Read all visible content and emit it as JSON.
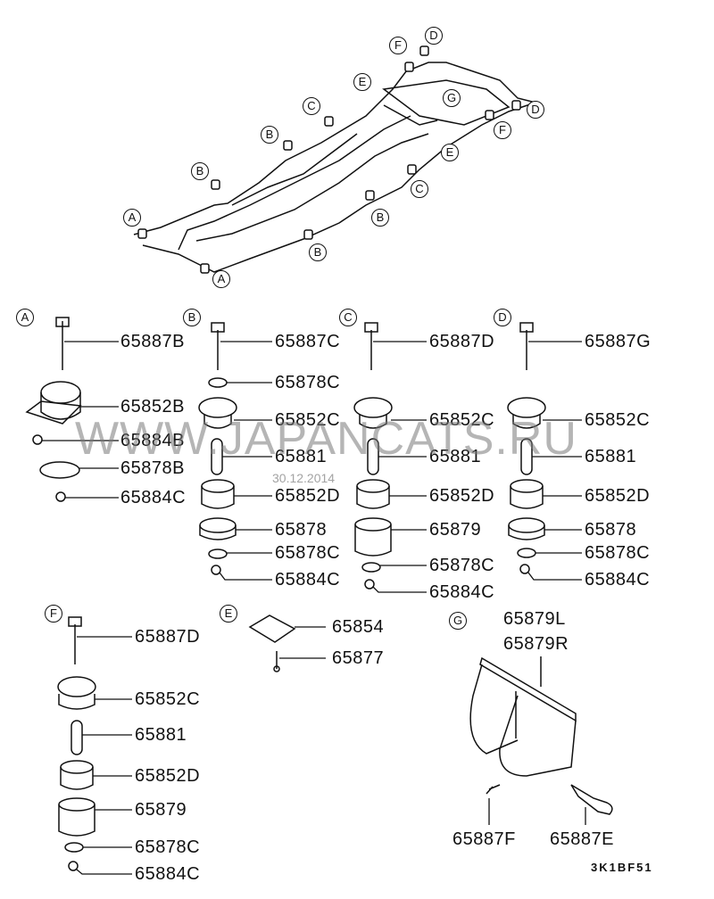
{
  "diagram": {
    "title": "Body mounts / frame",
    "diagram_code": "3K1BF51",
    "watermark": "WWW.JAPANCATS.RU",
    "watermark_date": "30.12.2014",
    "frame_callouts": [
      "A",
      "A",
      "B",
      "B",
      "B",
      "B",
      "C",
      "C",
      "D",
      "D",
      "E",
      "E",
      "F",
      "F",
      "G"
    ],
    "groups": [
      {
        "key": "A",
        "parts": [
          "65887B",
          "65852B",
          "65884B",
          "65878B",
          "65884C"
        ]
      },
      {
        "key": "B",
        "parts": [
          "65887C",
          "65878C",
          "65852C",
          "65881",
          "65852D",
          "65878",
          "65878C",
          "65884C"
        ]
      },
      {
        "key": "C",
        "parts": [
          "65887D",
          "65852C",
          "65881",
          "65852D",
          "65879",
          "65878C",
          "65884C"
        ]
      },
      {
        "key": "D",
        "parts": [
          "65887G",
          "65852C",
          "65881",
          "65852D",
          "65878",
          "65878C",
          "65884C"
        ]
      },
      {
        "key": "F",
        "parts": [
          "65887D",
          "65852C",
          "65881",
          "65852D",
          "65879",
          "65878C",
          "65884C"
        ]
      },
      {
        "key": "E",
        "parts": [
          "65854",
          "65877"
        ]
      },
      {
        "key": "G",
        "parts": [
          "65879L",
          "65879R",
          "65887F",
          "65887E"
        ]
      }
    ]
  }
}
